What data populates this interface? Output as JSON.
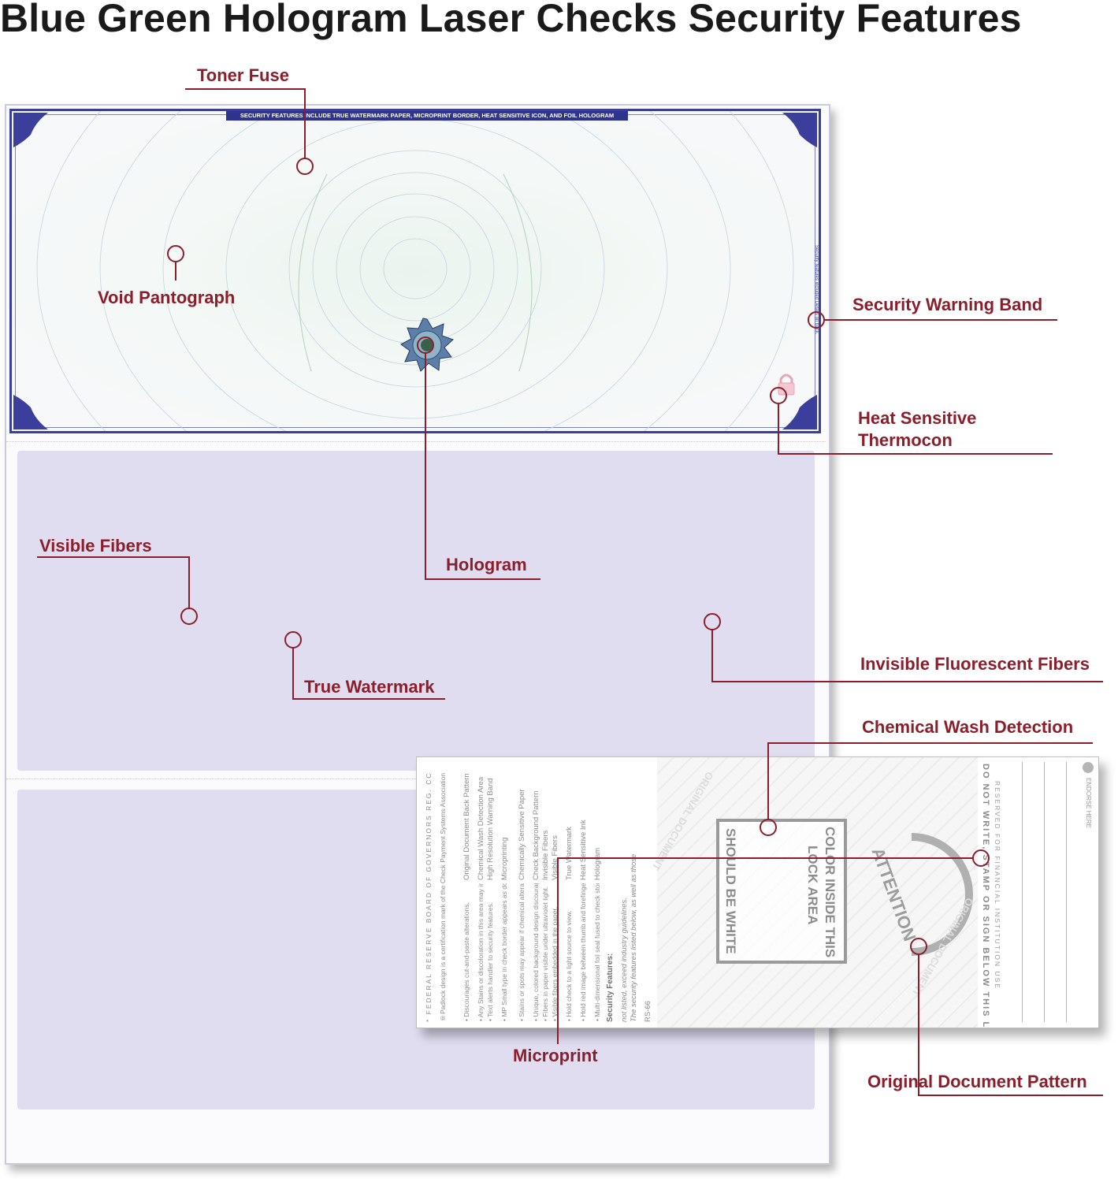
{
  "title": "Blue Green Hologram Laser Checks Security Features",
  "colors": {
    "callout": "#8b1e2b",
    "check_border": "#3b3f9b",
    "voucher_panel": "#e0ddf0",
    "sheet_border": "#c9c9e0"
  },
  "check": {
    "banner_text": "SECURITY FEATURES INCLUDE TRUE WATERMARK PAPER, MICROPRINT BORDER, HEAT SENSITIVE ICON, AND FOIL HOLOGRAM",
    "warning_band_text": "Security features included Details on back.",
    "hologram_icon": "hologram-seal-icon",
    "thermocon_icon": "padlock-icon"
  },
  "callouts": {
    "toner_fuse": "Toner Fuse",
    "void_pantograph": "Void Pantograph",
    "security_warning_band": "Security Warning Band",
    "heat_sensitive_1": "Heat Sensitive",
    "heat_sensitive_2": "Thermocon",
    "visible_fibers": "Visible Fibers",
    "hologram": "Hologram",
    "true_watermark": "True Watermark",
    "invisible_fluorescent_fibers": "Invisible Fluorescent Fibers",
    "chemical_wash_detection": "Chemical Wash Detection",
    "microprint": "Microprint",
    "original_document_pattern": "Original Document Pattern"
  },
  "back": {
    "rs_code": "RS-66",
    "heading": "Security Features:",
    "disclaimer_1": "The security features listed below, as well as those",
    "disclaimer_2": "not listed, exceed industry guidelines.",
    "features": [
      "Hologram",
      "Heat Sensitive Ink",
      "True Watermark",
      "Visible Fibers",
      "Invisible Fibers",
      "Check Background Pattern",
      "Chemically Sensitive Paper",
      "Microprinting",
      "High Resolution Warning Band",
      "Chemical Wash Detection Area",
      "Original Document Back Pattern"
    ],
    "descriptions": [
      "• Multi-dimensional foil seal fused to check stock. Cannot be photocopied.",
      "• Hold red image between thumb and forefinger or breathe on it. The image will fade and reappear.",
      "• Hold check to a light source to view.",
      "• Visible fibers embedded in the paper.",
      "• Fibers in paper visible under ultraviolet light.",
      "• Unique, colored background design discourages cut-and-paste alterations.",
      "• Stains or spots may appear if chemical alterations attempts are made.",
      "• MP Small type in check border appears as dotted line when copied.",
      "• Text alerts handler to security features.",
      "• Any Stains or discoloration in this area may indicate alteration attempts.",
      "• Discourages cut-and-paste alterations."
    ],
    "padlock_note": "®Padlock design is a certification mark of the Check Payment Systems Association",
    "reserve_note": "* FEDERAL RESERVE BOARD OF GOVERNORS REG. CC",
    "lock_text_1": "COLOR INSIDE THIS",
    "lock_text_2": "LOCK AREA",
    "lock_text_3": "SHOULD BE WHITE",
    "attention": "ATTENTION",
    "pattern_text": "ORIGINAL DOCUMENT",
    "endorse_warning_1": "DO NOT WRITE, STAMP OR SIGN BELOW THIS LINE",
    "endorse_warning_2": "RESERVED FOR FINANCIAL INSTITUTION USE",
    "endorse_here": "ENDORSE HERE"
  }
}
